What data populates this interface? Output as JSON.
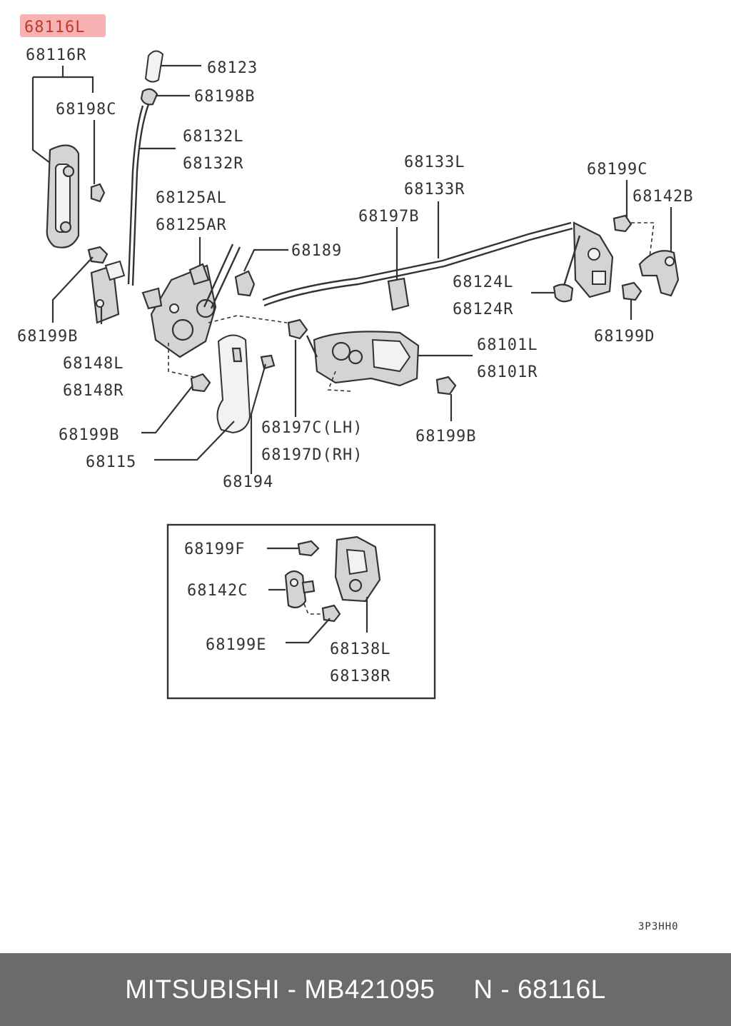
{
  "highlight": {
    "label": "68116L",
    "color": "#f7b3b3"
  },
  "labels": {
    "l_68116R": "68116R",
    "l_68198C": "68198C",
    "l_68123": "68123",
    "l_68198B": "68198B",
    "l_68132L": "68132L",
    "l_68132R": "68132R",
    "l_68125AL": "68125AL",
    "l_68125AR": "68125AR",
    "l_68133L": "68133L",
    "l_68133R": "68133R",
    "l_68197B": "68197B",
    "l_68199C": "68199C",
    "l_68142B": "68142B",
    "l_68189": "68189",
    "l_68124L": "68124L",
    "l_68124R": "68124R",
    "l_68199D": "68199D",
    "l_68199B_a": "68199B",
    "l_68148L": "68148L",
    "l_68148R": "68148R",
    "l_68101L": "68101L",
    "l_68101R": "68101R",
    "l_68199B_b": "68199B",
    "l_68197C": "68197C(LH)",
    "l_68197D": "68197D(RH)",
    "l_68199B_c": "68199B",
    "l_68115": "68115",
    "l_68194": "68194",
    "l_68199F": "68199F",
    "l_68142C": "68142C",
    "l_68199E": "68199E",
    "l_68138L": "68138L",
    "l_68138R": "68138R"
  },
  "diagram_code": "3P3HH0",
  "footer": {
    "brand_part": "MITSUBISHI - MB421095",
    "ref": "N - 68116L"
  }
}
